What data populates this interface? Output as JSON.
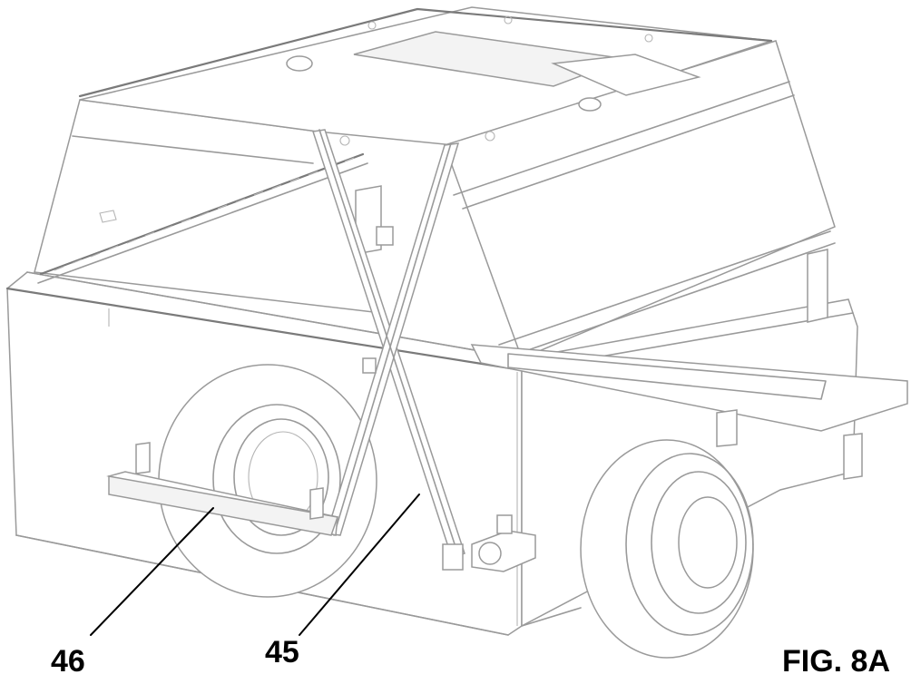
{
  "figure": {
    "label": "FIG. 8A"
  },
  "reference_numerals": [
    {
      "id": "46",
      "text": "46"
    },
    {
      "id": "45",
      "text": "45"
    }
  ],
  "colors": {
    "line": "#9a9a9a",
    "leader": "#000000",
    "background": "#ffffff"
  }
}
